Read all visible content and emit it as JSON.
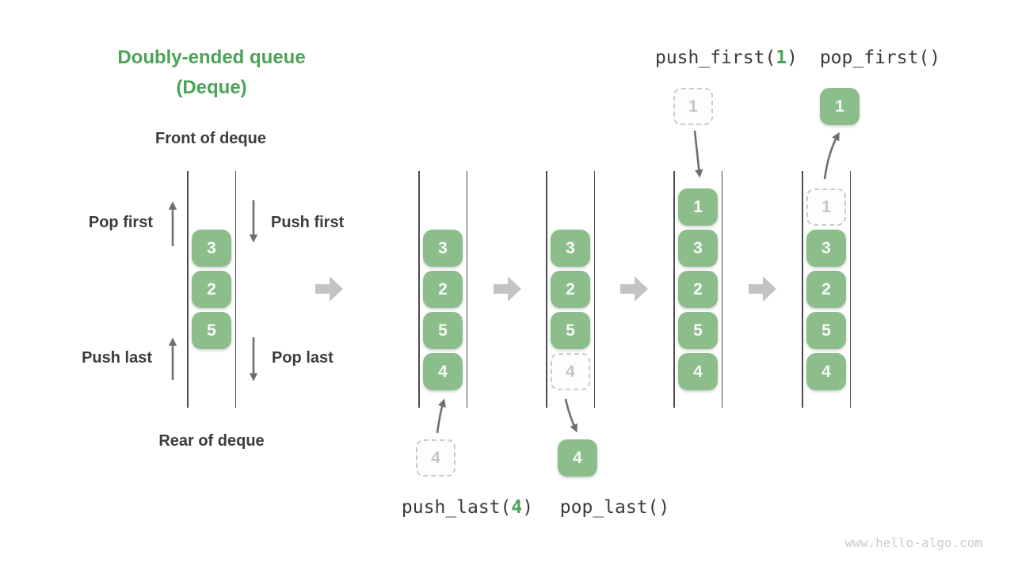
{
  "watermark": "www.hello-algo.com",
  "title": {
    "line1": "Doubly-ended queue",
    "line2": "(Deque)"
  },
  "labels": {
    "front": "Front of deque",
    "rear": "Rear of deque",
    "pop_first": "Pop first",
    "push_first": "Push first",
    "push_last": "Push last",
    "pop_last": "Pop last"
  },
  "ops": {
    "push_first": {
      "prefix": "push_first(",
      "arg": "1",
      "suffix": ")"
    },
    "pop_first": {
      "text": "pop_first()"
    },
    "push_last": {
      "prefix": "push_last(",
      "arg": "4",
      "suffix": ")"
    },
    "pop_last": {
      "text": "pop_last()"
    }
  },
  "queues": [
    {
      "name": "deque-initial",
      "start_row": 1,
      "cells": [
        {
          "v": "3"
        },
        {
          "v": "2"
        },
        {
          "v": "5"
        }
      ]
    },
    {
      "name": "deque-after-push-last",
      "start_row": 1,
      "cells": [
        {
          "v": "3"
        },
        {
          "v": "2"
        },
        {
          "v": "5"
        },
        {
          "v": "4"
        }
      ]
    },
    {
      "name": "deque-after-pop-last",
      "start_row": 1,
      "cells": [
        {
          "v": "3"
        },
        {
          "v": "2"
        },
        {
          "v": "5"
        },
        {
          "v": "4",
          "ghost": true
        }
      ]
    },
    {
      "name": "deque-after-push-first",
      "start_row": 0,
      "cells": [
        {
          "v": "1"
        },
        {
          "v": "3"
        },
        {
          "v": "2"
        },
        {
          "v": "5"
        },
        {
          "v": "4"
        }
      ]
    },
    {
      "name": "deque-after-pop-first",
      "start_row": 0,
      "cells": [
        {
          "v": "1",
          "ghost": true
        },
        {
          "v": "3"
        },
        {
          "v": "2"
        },
        {
          "v": "5"
        },
        {
          "v": "4"
        }
      ]
    }
  ],
  "floating": [
    {
      "value": "4",
      "ghost": true
    },
    {
      "value": "4",
      "ghost": false
    },
    {
      "value": "1",
      "ghost": true
    },
    {
      "value": "1",
      "ghost": false
    }
  ],
  "colors": {
    "cell_green": "#8cbe8c",
    "accent_green": "#4aa356",
    "text_dark": "#3c3c3c",
    "arrow_gray": "#6f6f6f",
    "block_arrow_gray": "#c3c3c3"
  }
}
